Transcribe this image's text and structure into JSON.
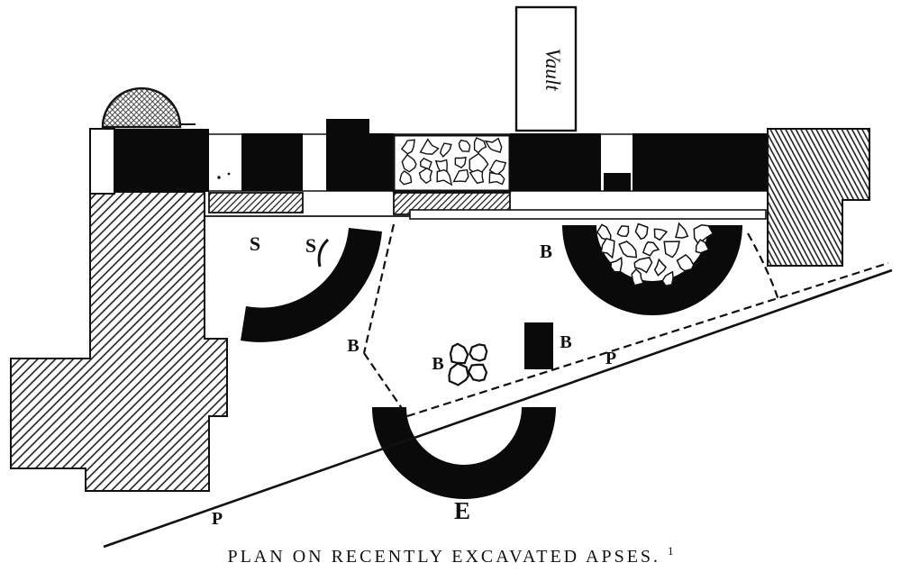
{
  "figure": {
    "caption": "PLAN ON RECENTLY EXCAVATED APSES.",
    "caption_footnote": "1"
  },
  "vault": {
    "label": "Vault"
  },
  "labels": {
    "s_left": "S",
    "s_right": "S",
    "b_rubble": "B",
    "b_corner": "B",
    "b_cluster": "B",
    "b_pier": "B",
    "p_upper": "P",
    "p_lower": "P",
    "e_apse": "E"
  },
  "colors": {
    "ink": "#111111",
    "paper": "#ffffff"
  }
}
